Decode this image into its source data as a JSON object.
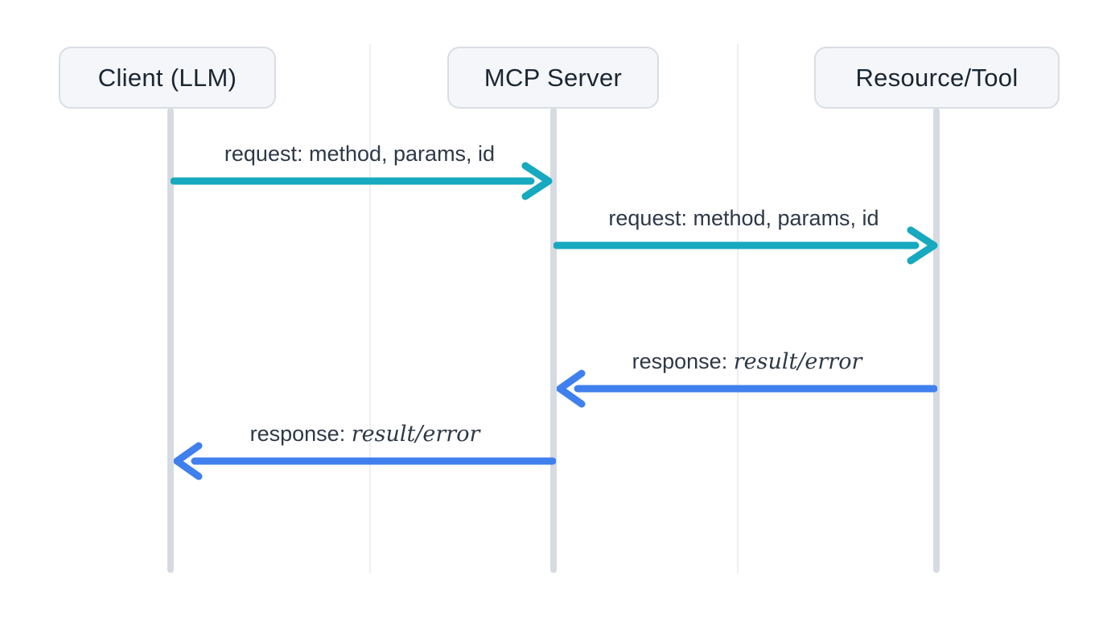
{
  "diagram": {
    "type": "sequence",
    "background": "#ffffff",
    "actors": [
      {
        "id": "client",
        "label": "Client (LLM)"
      },
      {
        "id": "mcp-server",
        "label": "MCP Server"
      },
      {
        "id": "resource-tool",
        "label": "Resource/Tool"
      }
    ],
    "messages": [
      {
        "text": "request: method, params, id",
        "emphasis": "",
        "from": "client",
        "to": "mcp-server",
        "direction": "right",
        "color": "#16a9bf"
      },
      {
        "text": "request: method, params, id",
        "emphasis": "",
        "from": "mcp-server",
        "to": "resource-tool",
        "direction": "right",
        "color": "#16a9bf"
      },
      {
        "text": "response: ",
        "emphasis": "result/error",
        "from": "resource-tool",
        "to": "mcp-server",
        "direction": "left",
        "color": "#4080ee"
      },
      {
        "text": "response: ",
        "emphasis": "result/error",
        "from": "mcp-server",
        "to": "client",
        "direction": "left",
        "color": "#4080ee"
      }
    ],
    "colors": {
      "request_arrow": "#16a9bf",
      "response_arrow": "#4080ee",
      "lifeline": "#d6dae1",
      "column_hairline": "#edeff2",
      "actor_box_bg": "#f4f6f9",
      "actor_box_border": "#d9dde4",
      "actor_text": "#1b2532",
      "label_text": "#2e3947"
    }
  }
}
